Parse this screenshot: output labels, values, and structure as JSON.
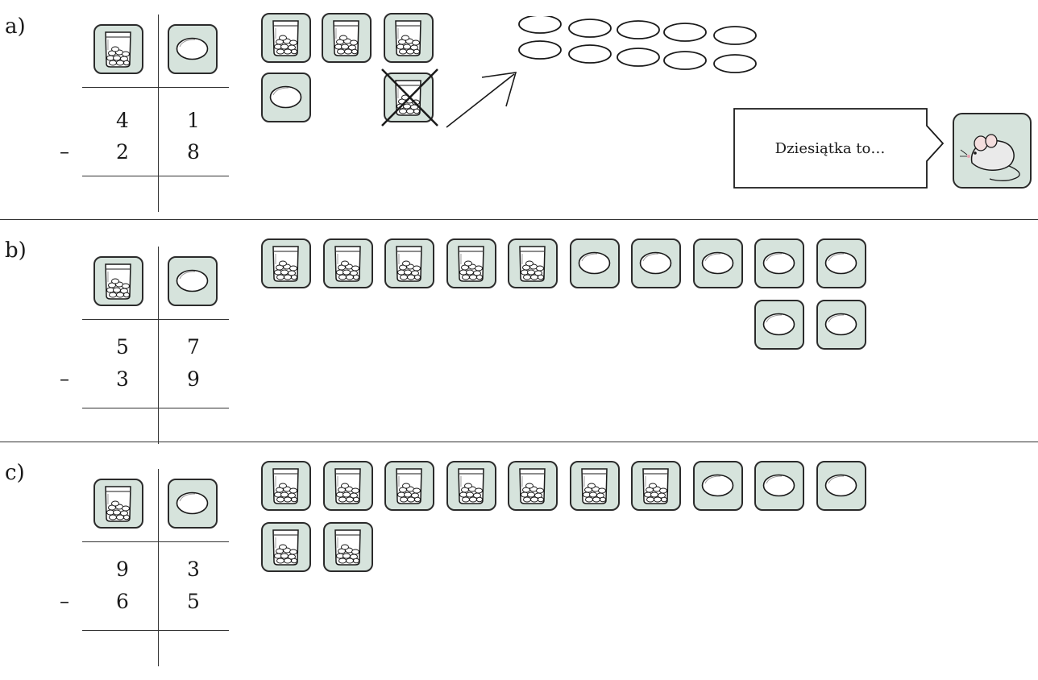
{
  "exercises": [
    {
      "label": "a)",
      "tens_top": "4",
      "ones_top": "1",
      "minus": "–",
      "tens_bottom": "2",
      "ones_bottom": "8",
      "tiles": {
        "row1": {
          "bags": 3,
          "coins": 0
        },
        "row2": {
          "bags": 1,
          "coins": 1,
          "crossed_bag": true
        }
      },
      "loose_coins": 10
    },
    {
      "label": "b)",
      "tens_top": "5",
      "ones_top": "7",
      "minus": "–",
      "tens_bottom": "3",
      "ones_bottom": "9",
      "tiles": {
        "row1": {
          "bags": 5,
          "coins": 5
        },
        "row2": {
          "bags": 0,
          "coins": 2
        }
      }
    },
    {
      "label": "c)",
      "tens_top": "9",
      "ones_top": "3",
      "minus": "–",
      "tens_bottom": "6",
      "ones_bottom": "5",
      "tiles": {
        "row1": {
          "bags": 7,
          "coins": 3
        },
        "row2": {
          "bags": 2,
          "coins": 0
        }
      }
    }
  ],
  "speech_bubble": {
    "text": "Dziesiątka to…"
  },
  "icons": {
    "bag": "bag-of-ten-coins-icon",
    "coin": "coin-icon",
    "mouse": "mouse-icon"
  },
  "colors": {
    "tile_bg": "#d6e3dc",
    "ink": "#2b2b2b"
  }
}
